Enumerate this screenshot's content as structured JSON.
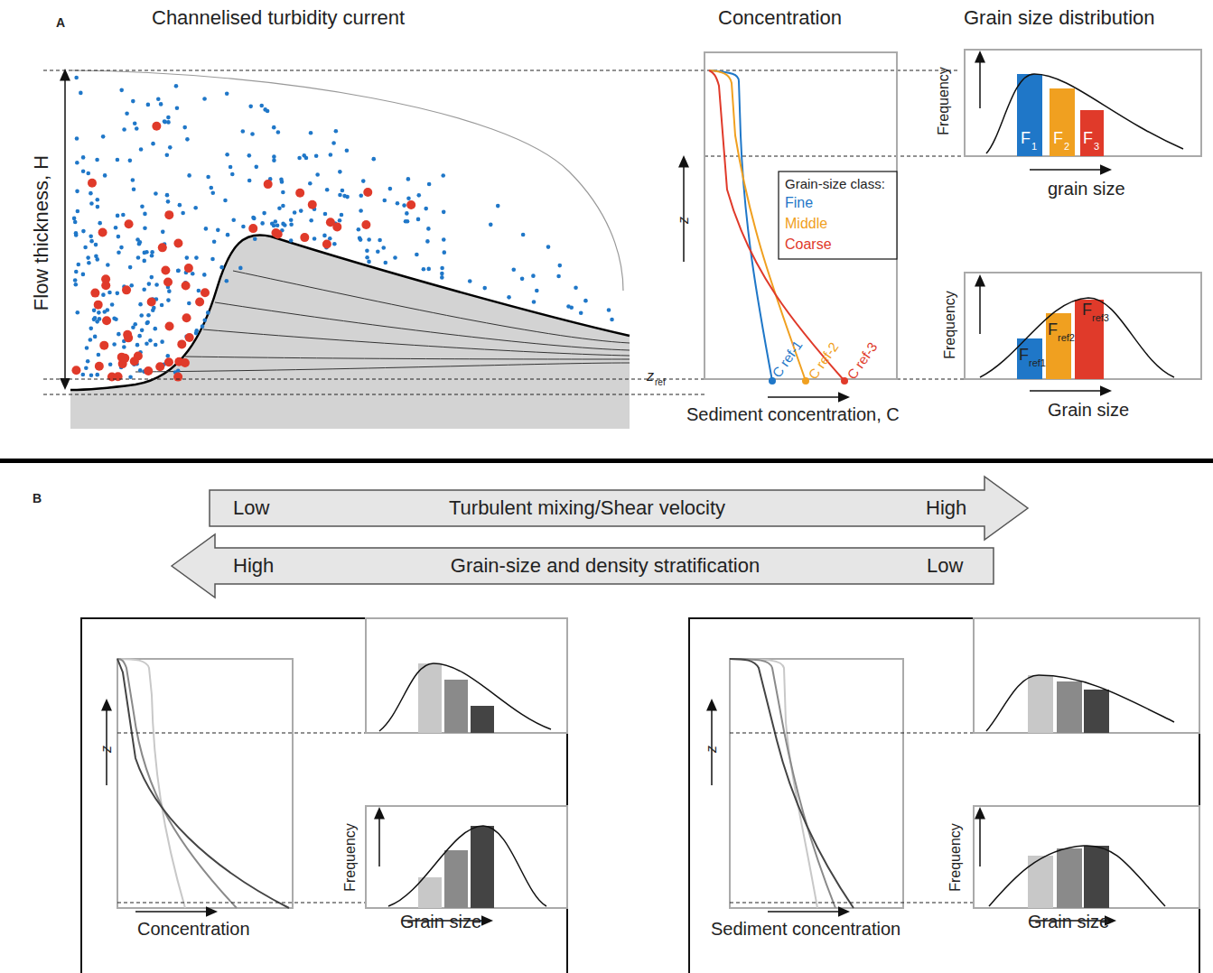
{
  "diagram": {
    "nodes": [
      {
        "text": [
          "Low",
          "Turbulent mixing/Shear velocity",
          "High"
        ]
      },
      {
        "text": [
          "High",
          "Grain-size and density stratification",
          "Low"
        ]
      }
    ],
    "labels": [
      "A",
      "Channelised turbidity current",
      "Concentration",
      "Grain size distribution",
      "Flow thickness, H",
      "z",
      "Grain-size class:",
      "C ref-1",
      "C ref-2",
      "C ref-3",
      "z",
      "ref",
      "Sediment concentration, C",
      "Frequency",
      "grain size",
      "F",
      "1",
      "F",
      "2",
      "F",
      "3",
      "Frequency",
      "Grain size",
      "F",
      "ref1",
      "F",
      "ref2",
      "F",
      "ref3",
      "B",
      "z",
      "Frequency",
      "Concentration",
      "Grain size",
      "z",
      "Frequency",
      "Sediment concentration",
      "Grain size"
    ],
    "legend": [
      {
        "text": "Fine",
        "color": "#1f77c8"
      },
      {
        "text": "Middle",
        "color": "#f0a020"
      },
      {
        "text": "Coarse",
        "color": "#e03a2a"
      }
    ]
  }
}
